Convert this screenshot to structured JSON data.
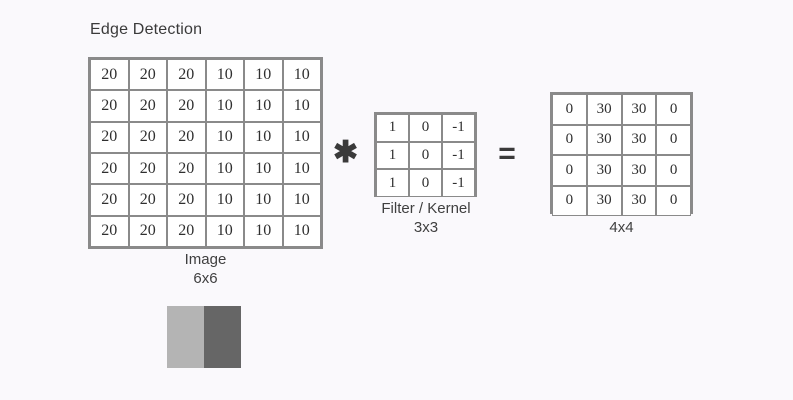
{
  "title": "Edge Detection",
  "operators": {
    "convolve": "✱",
    "equals": "="
  },
  "image_matrix": {
    "caption_line1": "Image",
    "caption_line2": "6x6",
    "rows": [
      [
        "20",
        "20",
        "20",
        "10",
        "10",
        "10"
      ],
      [
        "20",
        "20",
        "20",
        "10",
        "10",
        "10"
      ],
      [
        "20",
        "20",
        "20",
        "10",
        "10",
        "10"
      ],
      [
        "20",
        "20",
        "20",
        "10",
        "10",
        "10"
      ],
      [
        "20",
        "20",
        "20",
        "10",
        "10",
        "10"
      ],
      [
        "20",
        "20",
        "20",
        "10",
        "10",
        "10"
      ]
    ]
  },
  "filter_matrix": {
    "caption_line1": "Filter / Kernel",
    "caption_line2": "3x3",
    "rows": [
      [
        "1",
        "0",
        "-1"
      ],
      [
        "1",
        "0",
        "-1"
      ],
      [
        "1",
        "0",
        "-1"
      ]
    ]
  },
  "result_matrix": {
    "caption_line1": "",
    "caption_line2": "4x4",
    "rows": [
      [
        "0",
        "30",
        "30",
        "0"
      ],
      [
        "0",
        "30",
        "30",
        "0"
      ],
      [
        "0",
        "30",
        "30",
        "0"
      ],
      [
        "0",
        "30",
        "30",
        "0"
      ]
    ]
  },
  "swatch": {
    "left_color": "#b4b4b4",
    "right_color": "#666666"
  },
  "colors": {
    "background": "#faf9fc",
    "border": "#8a8a8a",
    "cell_background": "#ffffff",
    "text": "#3a3a3a"
  }
}
